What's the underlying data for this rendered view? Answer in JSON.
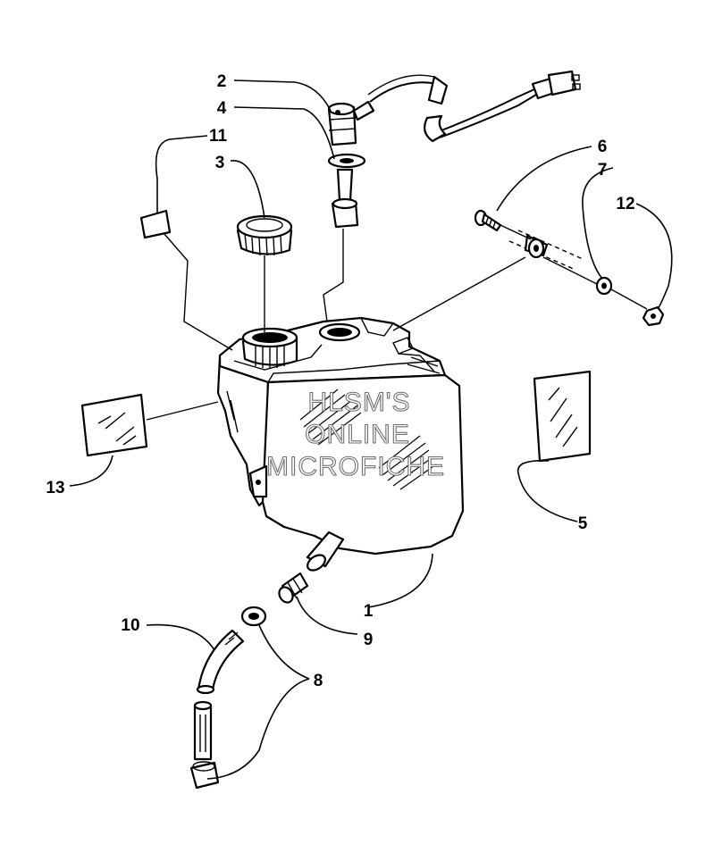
{
  "watermark": {
    "line1": "HLSM'S",
    "line2": "ONLINE",
    "line3": "MICROFICHE"
  },
  "callouts": [
    {
      "id": "c1",
      "label": "1"
    },
    {
      "id": "c2",
      "label": "2"
    },
    {
      "id": "c3",
      "label": "3"
    },
    {
      "id": "c4",
      "label": "4"
    },
    {
      "id": "c5",
      "label": "5"
    },
    {
      "id": "c6",
      "label": "6"
    },
    {
      "id": "c7",
      "label": "7"
    },
    {
      "id": "c8",
      "label": "8"
    },
    {
      "id": "c9",
      "label": "9"
    },
    {
      "id": "c10",
      "label": "10"
    },
    {
      "id": "c11",
      "label": "11"
    },
    {
      "id": "c12",
      "label": "12"
    },
    {
      "id": "c13",
      "label": "13"
    }
  ]
}
